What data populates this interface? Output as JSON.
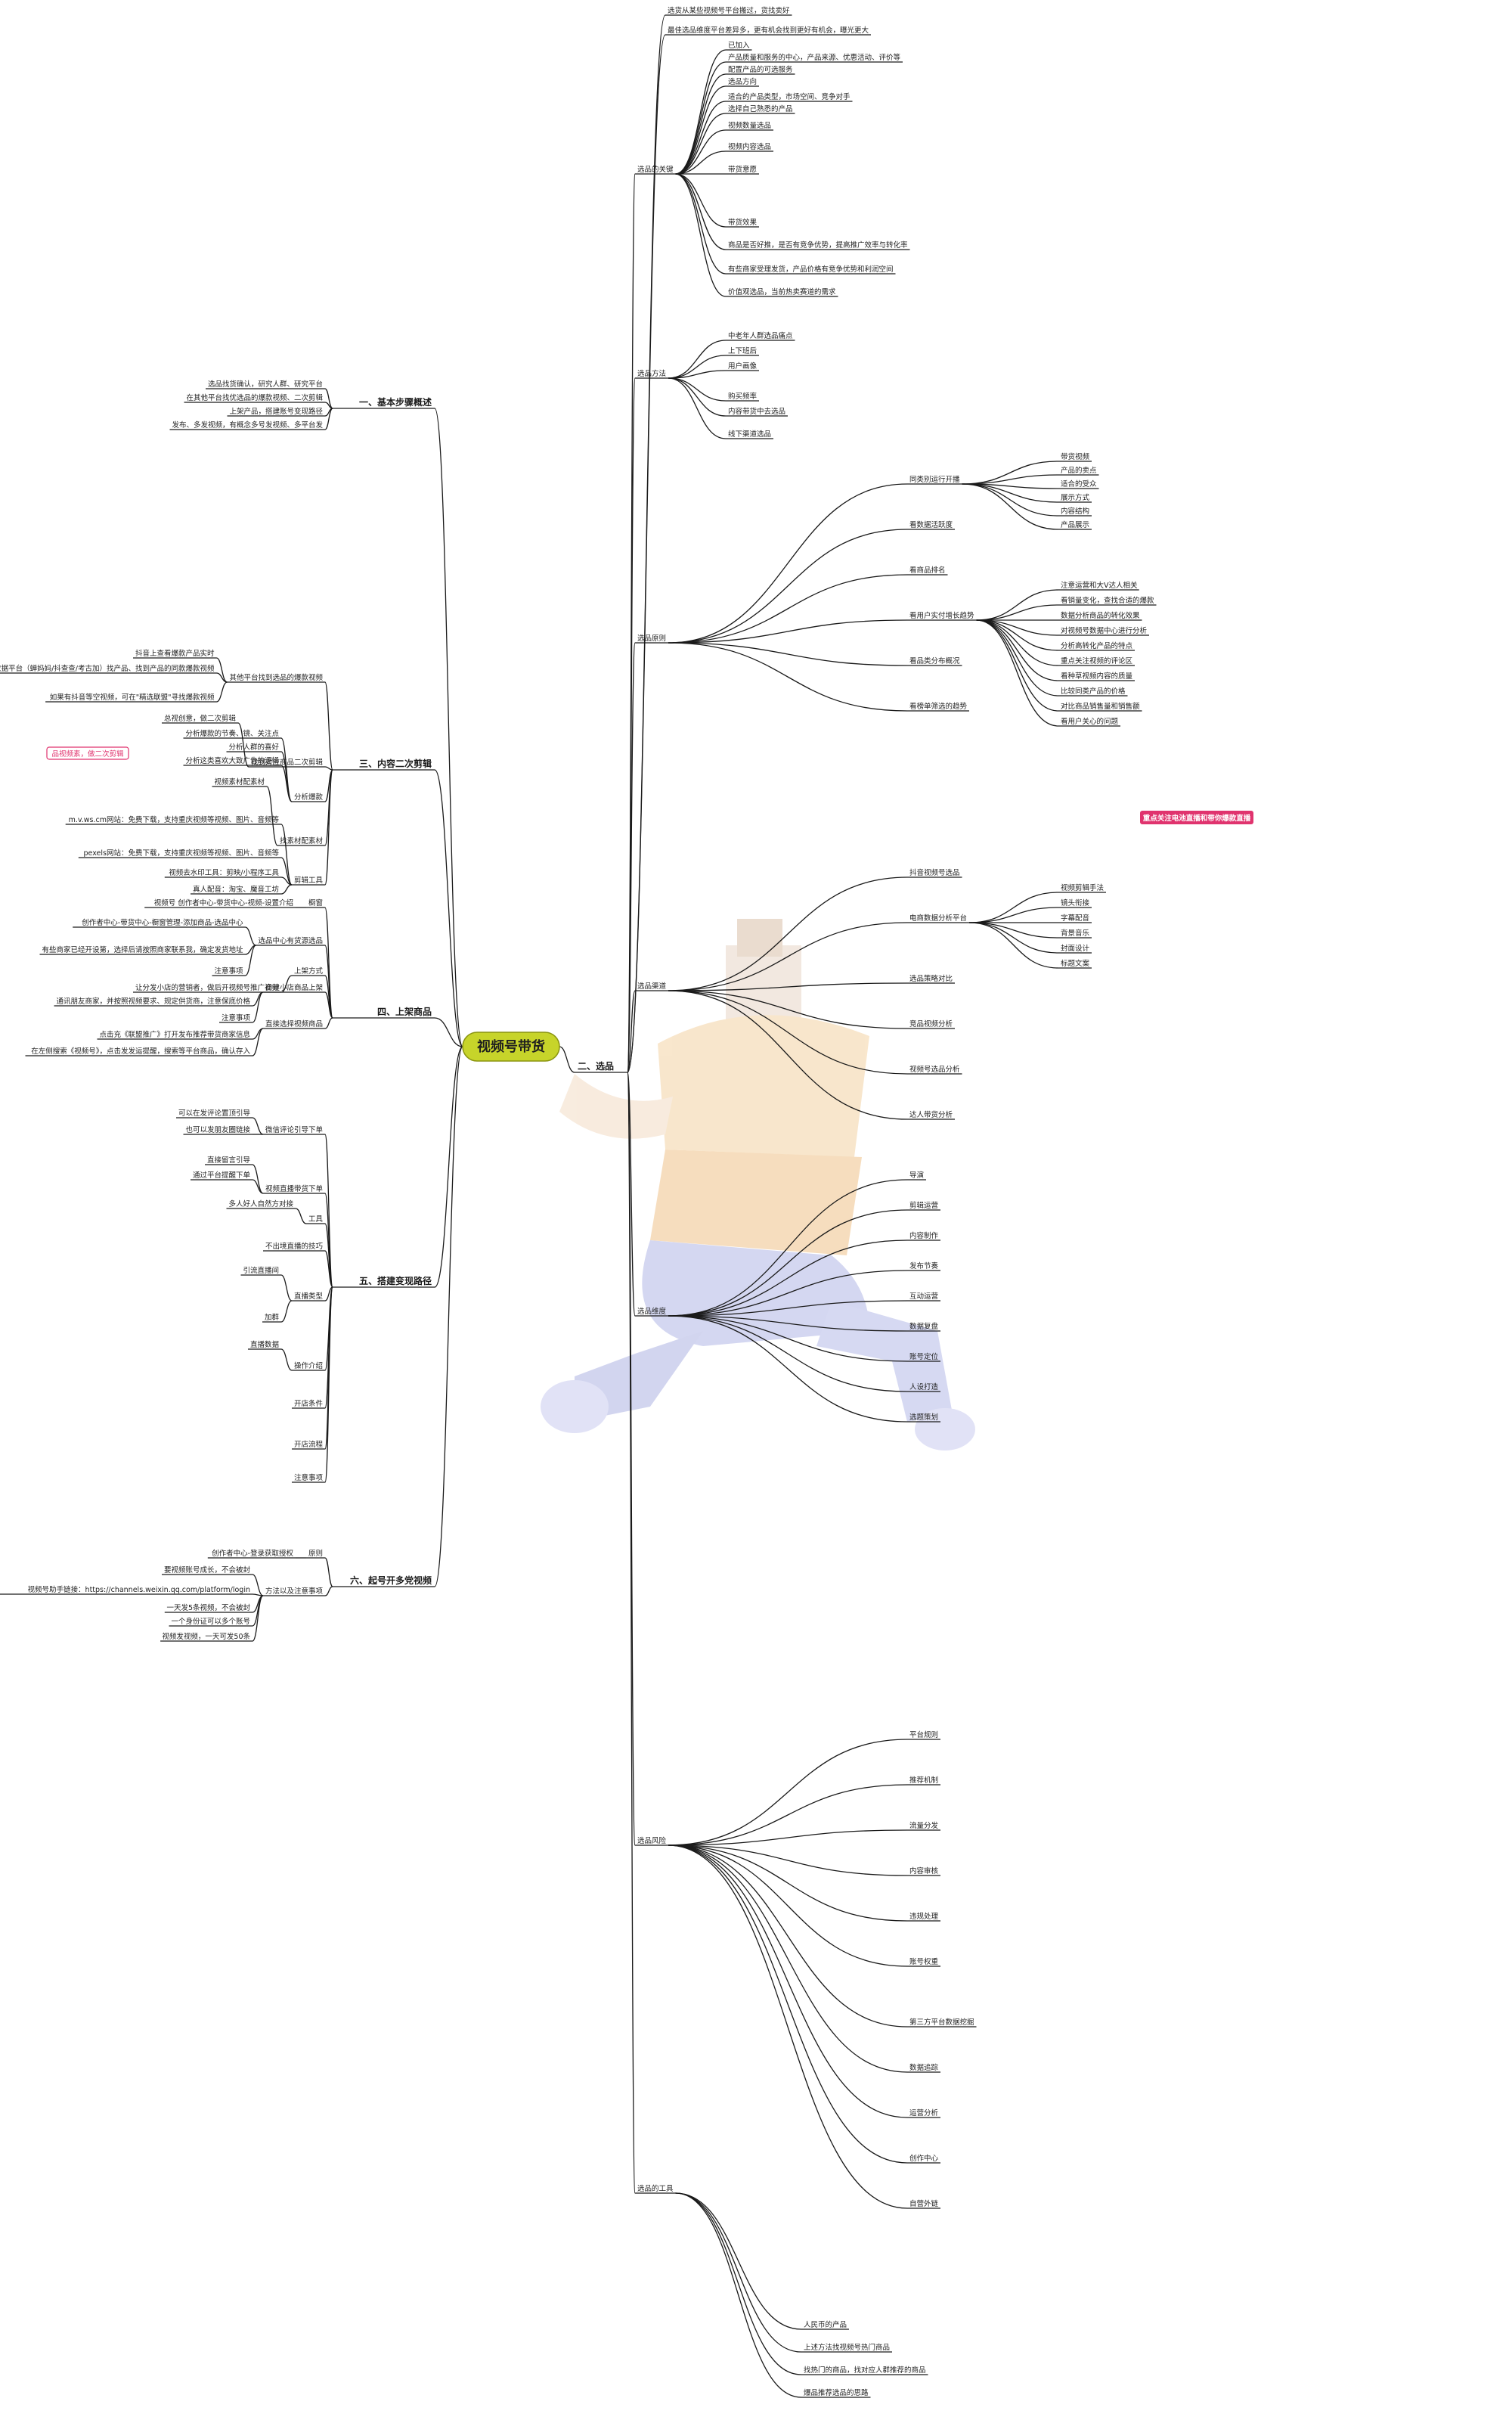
{
  "title": "视频号带货",
  "colors": {
    "root_fill": "#c7d42a",
    "line": "#1a1a1a",
    "highlight": "#e0336e",
    "badge_outline": "#e0336e"
  },
  "icons": {
    "watermark": "running-person-illustration"
  },
  "left_branches": {
    "b1": "一、基本步骤概述",
    "b3": "三、内容二次剪辑",
    "b4": "四、上架商品",
    "b5": "五、搭建变现路径",
    "b6": "六、起号开多党视频"
  },
  "right_branch": "二、选品",
  "left_leaves": {
    "b1": [
      "选品找货确认，研究人群、研究平台",
      "在其他平台找优选品的爆款视频、二次剪辑",
      "上架产品，搭建账号变现路径",
      "发布、多发视频，有概念多号发视频、多平台发"
    ],
    "b3": [
      "抖音上查看爆款产品实时",
      "复三方数据平台（蝉妈妈/抖查查/考古加）找产品、找到产品的同款爆款视频",
      "如果有抖音等空视频，可在\"精选联盟\"寻找爆款视频",
      "总视创意，做二次剪辑",
      "分析爆款的节奏、镜、关注点",
      "分析人群的喜好",
      "分析这类喜欢大致广告的逻辑",
      "视频素材配素材",
      "m.v.ws.cm网站：免费下载，支持重庆视频等视频、图片、音频等",
      "pexels网站：免费下载，支持重庆视频等视频、图片、音频等",
      "视频去水印工具：剪映/小程序工具",
      "真人配音：淘宝、魔音工坊"
    ],
    "b3_mid": [
      "其他平台找到选品的爆款视频",
      "找到对应商品二次剪辑",
      "分析爆款",
      "找素材配素材",
      "剪辑工具"
    ],
    "b3_tag": "品视频素，做二次剪辑",
    "b4": [
      "视频号 创作者中心-带货中心-视频-设置介绍",
      "创作者中心-带货中心-橱窗管理-添加商品-选品中心",
      "有些商家已经开设第，选择后请按照商家联系我，确定发货地址",
      "注意事项",
      "让分发小店的营销者，做后开视频号推广视频",
      "通讯朋友商家，并按照视频要求、规定供货商，注意保底价格",
      "注意事项",
      "点击充《联盟推广》打开发布推荐带货商家信息",
      "在左侧搜索《视频号》，点击发发运提醒，搜索等平台商品，确认存入"
    ],
    "b4_mid": [
      "橱窗",
      "选品中心有货源选品",
      "上架方式",
      "自建小店商品上架",
      "直接选择视频商品"
    ],
    "b5": [
      "可以在发评论置顶引导",
      "也可以发朋友圈链接",
      "直接留言引导",
      "通过平台提醒下单",
      "多人好人自然方对接",
      "引流直播间",
      "加群",
      "直播数据"
    ],
    "b5_mid": [
      "微信评论引导下单",
      "视频直播带货下单",
      "工具",
      "不出境直播的技巧",
      "直播类型",
      "操作介绍",
      "开店条件",
      "开店流程",
      "注意事项"
    ],
    "b6": [
      "创作者中心-登录获取授权",
      "要视频账号成长，不会被封",
      "视频号助手链接：https://channels.weixin.qq.com/platform/login",
      "一天发5条视频，不会被封",
      "一个身份证可以多个账号",
      "视频发视频，一天可发50条"
    ],
    "b6_mid": [
      "原则",
      "方法以及注意事项"
    ]
  },
  "right_leaves": {
    "top": [
      "选货从某些视频号平台搬过，货找卖好",
      "最佳选品维度平台差异多，更有机会找到更好有机会，曝光更大"
    ],
    "s1": [
      "已加入",
      "产品质量和服务的中心，产品来源、优惠活动、评价等",
      "配置产品的可选服务",
      "选品方向",
      "适合的产品类型，市场空间、竞争对手",
      "选择自己熟悉的产品"
    ],
    "s2": [
      "视频数量选品",
      "视频内容选品",
      "带货意愿"
    ],
    "s3": [
      "带货效果",
      "商品是否好推，是否有竞争优势，提高推广效率与转化率",
      "有些商家受理发货，产品价格有竞争优势和利润空间",
      "价值观选品，当前热卖赛道的需求"
    ],
    "s4": [
      "中老年人群选品痛点",
      "上下班后",
      "用户画像",
      "购买频率",
      "内容带货中去选品",
      "线下渠道选品"
    ],
    "trend": [
      "同类别运行开播",
      "看数据活跃度",
      "看商品排名",
      "看用户实付增长趋势",
      "看品类分布概况",
      "看榜单筛选的趋势"
    ],
    "ops": [
      "抖音视频号选品",
      "电商数据分析平台",
      "选品策略对比",
      "竞品视频分析",
      "视频号选品分析",
      "达人带货分析"
    ],
    "highlight": "重点关注电池直播和带你爆款直播",
    "data": [
      "注意运营和大V达人相关",
      "看销量变化，查找合适的爆款",
      "数据分析商品的转化效果",
      "对视频号数据中心进行分析",
      "分析高转化产品的特点",
      "重点关注视频的评论区",
      "看种草视频内容的质量",
      "比较同类产品的价格",
      "对比商品销售量和销售额",
      "看用户关心的问题"
    ],
    "mid": [
      "选品的关键",
      "选品方法",
      "选品原则",
      "选品渠道",
      "选品维度",
      "选品风险",
      "选品的工具"
    ],
    "labels": [
      "带货视频",
      "产品的卖点",
      "适合的受众",
      "展示方式",
      "内容结构",
      "产品展示"
    ],
    "cut": [
      "视频剪辑手法",
      "镜头衔接",
      "字幕配音",
      "背景音乐",
      "封面设计",
      "标题文案"
    ],
    "dao": [
      "导演",
      "剪辑运营",
      "内容制作",
      "发布节奏",
      "互动运营",
      "数据复盘",
      "账号定位",
      "人设打造",
      "选题策划"
    ],
    "yun": [
      "平台规则",
      "推荐机制",
      "流量分发",
      "内容审核",
      "违规处理",
      "账号权重"
    ],
    "grow": [
      "第三方平台数据挖掘",
      "数据追踪",
      "运营分析",
      "创作中心",
      "自营外链"
    ],
    "bottom": [
      "人民币的产品",
      "上述方法找视频号热门商品",
      "找热门的商品，找对应人群推荐的商品",
      "爆品推荐选品的思路"
    ]
  }
}
